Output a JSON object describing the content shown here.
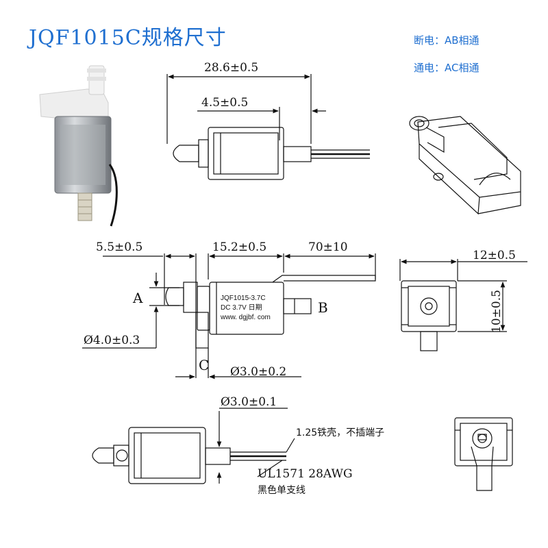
{
  "title": "JQF1015C规格尺寸",
  "notes": {
    "power_off": "断电：AB相通",
    "power_on": "通电：AC相通"
  },
  "dims": {
    "total_length": "28.6±0.5",
    "nozzle_length": "4.5±0.5",
    "left_port_length": "5.5±0.5",
    "body_length": "15.2±0.5",
    "wire_length": "70±10",
    "width": "12±0.5",
    "height": "10±0.5",
    "port_a_diameter": "Ø4.0±0.3",
    "port_c_diameter": "Ø3.0±0.2",
    "nozzle_diameter": "Ø3.0±0.1"
  },
  "labels": {
    "a": "A",
    "b": "B",
    "c": "C"
  },
  "body_text": {
    "line1": "JQF1015-3.7C",
    "line2": "DC 3.7V  日期",
    "line3": "www. dgjbf. com"
  },
  "wire_notes": {
    "terminal": "1.25铁壳，不插端子",
    "cable": "UL1571 28AWG",
    "color": "黑色单支线"
  }
}
